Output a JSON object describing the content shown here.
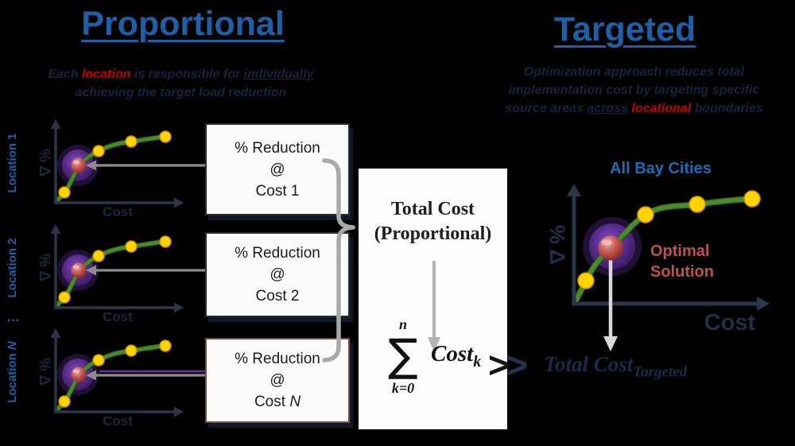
{
  "colors": {
    "heading_blue": "#1F5FA6",
    "accent_red": "#C00000",
    "optimal_red": "#C0504D",
    "curve_green": "#4C8B2B",
    "dot_yellow": "#FFD400",
    "blob_purple": "#5C2D91",
    "axis_dark": "#2B3749",
    "brace_gray": "#A9A9A9"
  },
  "left": {
    "title": "Proportional",
    "subtitle": {
      "p1": "Each ",
      "p2": "location",
      "p3": " is responsible for ",
      "p4": "individually",
      "line2": "achieving the target load reduction"
    },
    "locations": [
      {
        "prefix": "Location ",
        "suffix": "1"
      },
      {
        "prefix": "Location ",
        "suffix": "2"
      },
      {
        "prefix": "Location ",
        "suffix": "N"
      }
    ],
    "ellipsis": "…",
    "y_axis_label": "% Δ",
    "x_axis_label": "Cost",
    "boxes": [
      {
        "line1": "% Reduction",
        "line2": "@",
        "cost_prefix": "Cost ",
        "cost_suffix": "1"
      },
      {
        "line1": "% Reduction",
        "line2": "@",
        "cost_prefix": "Cost ",
        "cost_suffix": "2"
      },
      {
        "line1": "% Reduction",
        "line2": "@",
        "cost_prefix": "Cost ",
        "cost_suffix": "N"
      }
    ]
  },
  "center": {
    "panel_line1": "Total Cost",
    "panel_line2": "(Proportional)",
    "sum_upper": "n",
    "sum_sigma": "∑",
    "sum_lower": "k=0",
    "sum_term": "Cost",
    "sum_term_sub": "k",
    "gt1": ">",
    "gt2": ">"
  },
  "right": {
    "title": "Targeted",
    "subtitle": {
      "line1": "Optimization approach reduces total",
      "line2": "implementation cost by targeting specific",
      "line3_p1": "source areas ",
      "line3_p2": "across",
      "line3_p3": " locational ",
      "line3_p4": "boundaries"
    },
    "chart_title": "All Bay Cities",
    "y_axis_label": "% Δ",
    "x_axis_label": "Cost",
    "optimal_label": "Optimal Solution",
    "result_main": "Total Cost",
    "result_sub": "Targeted"
  }
}
